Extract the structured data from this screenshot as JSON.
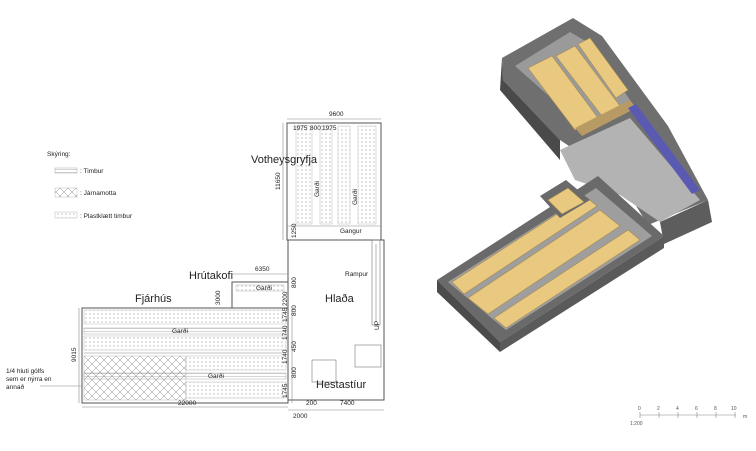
{
  "legend": {
    "title": "Skýring:",
    "items": [
      {
        "label": ": Timbur"
      },
      {
        "label": ": Járnamotta"
      },
      {
        "label": ": Plastklætt timbur"
      }
    ]
  },
  "rooms": {
    "fjarhus": "Fjárhús",
    "hrutakofi": "Hrútakofi",
    "hlada": "Hlaða",
    "votheysgryfja": "Votheysgryfja",
    "hestastiur": "Hestastíur"
  },
  "labels": {
    "gardi": "Garði",
    "gangur": "Gangur",
    "rampur": "Rampur",
    "up": "UP",
    "note_lines": [
      "1/4 hluti gólfs",
      "sem er nýrra en",
      "annað"
    ]
  },
  "dims": {
    "d9600": "9600",
    "d1975a": "1975",
    "d800a": "800",
    "d1975b": "1975",
    "d11650": "11650",
    "d1250": "1250",
    "d6350": "6350",
    "d3000": "3000",
    "d800b": "800",
    "d2200": "2200",
    "d9015": "9015",
    "d1745a": "1745",
    "d800c": "800",
    "d1740a": "1740",
    "d450": "450",
    "d1740b": "1740",
    "d800d": "800",
    "d1745b": "1745",
    "d22000": "22000",
    "d200": "200",
    "d7400": "7400",
    "d2000": "2000"
  },
  "scale": {
    "ticks": [
      "0",
      "2",
      "4",
      "6",
      "8",
      "10"
    ],
    "unit": "m",
    "ratio": "1:200"
  }
}
